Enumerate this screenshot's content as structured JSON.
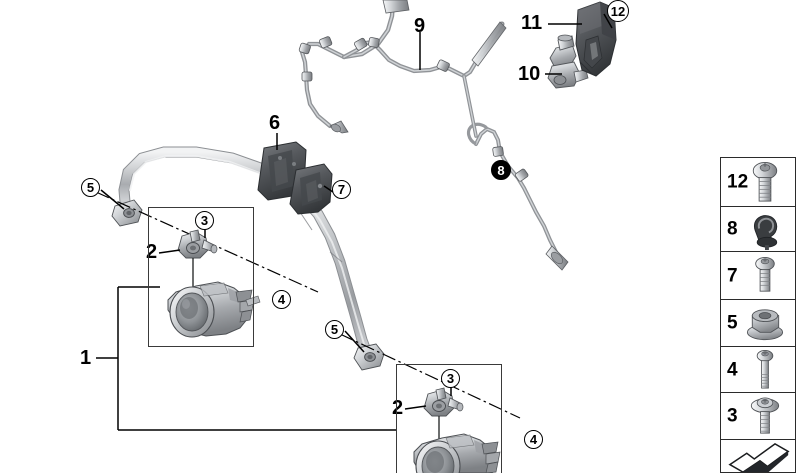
{
  "diagram": {
    "title": "Fog lamp / headlight washer mounting parts diagram",
    "background_color": "#ffffff",
    "line_color": "#000000",
    "part_fill_light": "#c9cbcd",
    "part_fill_dark": "#54565a"
  },
  "callouts": [
    {
      "id": "c1",
      "label": "1",
      "style": "plain",
      "note": "bracket grouping whole left assembly"
    },
    {
      "id": "c2a",
      "label": "2",
      "style": "plain",
      "note": "clamp, upper fog lamp box"
    },
    {
      "id": "c2b",
      "label": "2",
      "style": "plain",
      "note": "clamp, lower fog lamp box"
    },
    {
      "id": "c3a",
      "label": "3",
      "style": "circle",
      "note": "screw into clamp, upper box"
    },
    {
      "id": "c3b",
      "label": "3",
      "style": "circle",
      "note": "screw into clamp, lower box"
    },
    {
      "id": "c4a",
      "label": "4",
      "style": "circle",
      "note": "long bolt, upper box, dash-dot axis"
    },
    {
      "id": "c4b",
      "label": "4",
      "style": "circle",
      "note": "long bolt, lower box, dash-dot axis"
    },
    {
      "id": "c5a",
      "label": "5",
      "style": "circle",
      "note": "flange nut at left tube eye"
    },
    {
      "id": "c5b",
      "label": "5",
      "style": "circle",
      "note": "flange nut at lower tube eye"
    },
    {
      "id": "c6",
      "label": "6",
      "style": "plain",
      "note": "left dark bracket"
    },
    {
      "id": "c7",
      "label": "7",
      "style": "circle",
      "note": "right dark bracket screw"
    },
    {
      "id": "c8",
      "label": "8",
      "style": "circle-filled",
      "note": "hose clip on long line"
    },
    {
      "id": "c9",
      "label": "9",
      "style": "plain",
      "note": "washer hose / line assembly"
    },
    {
      "id": "c10",
      "label": "10",
      "style": "plain",
      "note": "pump / valve body"
    },
    {
      "id": "c11",
      "label": "11",
      "style": "plain",
      "note": "dark cover / shield"
    },
    {
      "id": "c12",
      "label": "12",
      "style": "circle",
      "note": "screw for cover"
    }
  ],
  "legend": {
    "rows": [
      {
        "number": "12",
        "icon": "button-head-screw-icon"
      },
      {
        "number": "8",
        "icon": "hose-clip-icon"
      },
      {
        "number": "7",
        "icon": "pan-head-screw-icon"
      },
      {
        "number": "5",
        "icon": "flange-nut-icon"
      },
      {
        "number": "4",
        "icon": "long-bolt-icon"
      },
      {
        "number": "3",
        "icon": "flange-head-screw-icon"
      },
      {
        "number": "",
        "icon": "arrow-marker-icon"
      }
    ]
  }
}
